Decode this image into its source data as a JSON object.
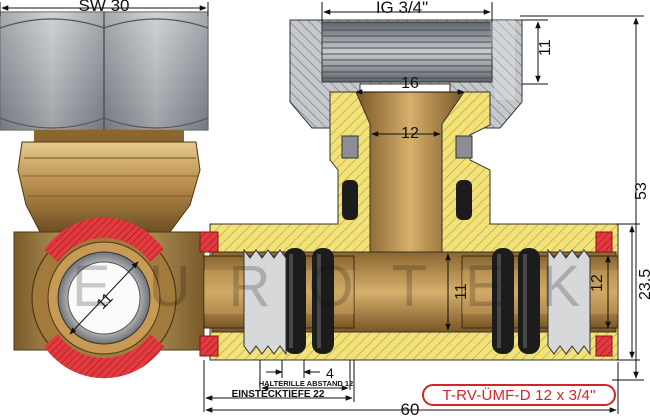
{
  "dims": {
    "sw": "SW 30",
    "ig": "IG 3/4\"",
    "d16": "16",
    "d11_top": "11",
    "d12_stem": "12",
    "d53": "53",
    "d11_bore": "11",
    "d12_bore": "12",
    "d23_5": "23.5",
    "d4": "4",
    "halterille": "HALTERILLE ABSTAND 12",
    "einstecktiefe": "EINSTECKTIEFE 22",
    "d60": "60",
    "d11_side": "11"
  },
  "watermark": "EUROTEK",
  "product_label": "T-RV-ÜMF-D 12 x 3/4\"",
  "colors": {
    "brass": "#b58a4a",
    "brass_dark": "#7a5a2a",
    "hatch_yellow": "#f2e27a",
    "steel": "#9aa0a6",
    "label_red": "#d3242a"
  }
}
